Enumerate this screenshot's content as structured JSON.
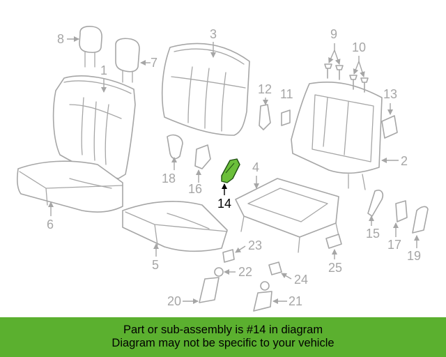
{
  "diagram": {
    "callouts": {
      "c1": "1",
      "c2": "2",
      "c3": "3",
      "c4": "4",
      "c5": "5",
      "c6": "6",
      "c7": "7",
      "c8": "8",
      "c9": "9",
      "c10": "10",
      "c11": "11",
      "c12": "12",
      "c13": "13",
      "c14": "14",
      "c15": "15",
      "c16": "16",
      "c17": "17",
      "c18": "18",
      "c19": "19",
      "c20": "20",
      "c21": "21",
      "c22": "22",
      "c23": "23",
      "c24": "24",
      "c25": "25"
    },
    "highlight_color": "#6bbf3a",
    "line_color": "#a6a6a6"
  },
  "banner": {
    "line1": "Part or sub-assembly is #14 in diagram",
    "line2": "Diagram may not be specific to your vehicle",
    "background": "#5bb02f"
  }
}
